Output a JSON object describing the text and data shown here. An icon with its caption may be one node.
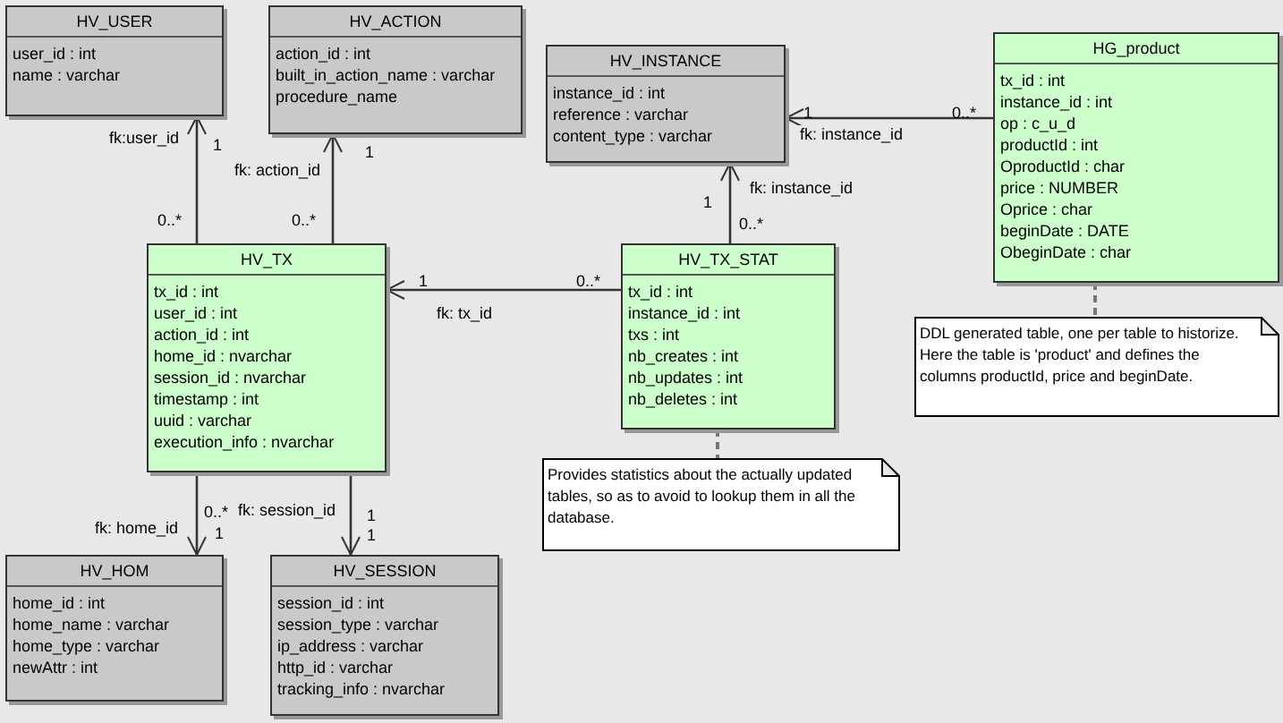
{
  "diagram": {
    "nodes": [
      {
        "text": [
          "HV_USER",
          "user_id : int",
          "name : varchar"
        ]
      },
      {
        "text": [
          "HV_ACTION",
          "action_id : int",
          "built_in_action_name : varchar",
          "procedure_name"
        ]
      },
      {
        "text": [
          "HV_INSTANCE",
          "instance_id : int",
          "reference : varchar",
          "content_type : varchar"
        ]
      },
      {
        "text": [
          "HG_product",
          "tx_id : int",
          "instance_id : int",
          "op : c_u_d",
          "productId : int",
          "OproductId : char",
          "price : NUMBER",
          "Oprice : char",
          "beginDate : DATE",
          "ObeginDate : char"
        ]
      },
      {
        "text": [
          "HV_TX",
          "tx_id : int",
          "user_id : int",
          "action_id : int",
          "home_id : nvarchar",
          "session_id : nvarchar",
          "timestamp : int",
          "uuid : varchar",
          "execution_info : nvarchar"
        ]
      },
      {
        "text": [
          "HV_TX_STAT",
          "tx_id : int",
          "instance_id : int",
          "txs : int",
          "nb_creates : int",
          "nb_updates : int",
          "nb_deletes : int"
        ]
      },
      {
        "text": [
          "HV_HOM",
          "home_id : int",
          "home_name : varchar",
          "home_type : varchar",
          "newAttr : int"
        ]
      },
      {
        "text": [
          "HV_SESSION",
          "session_id : int",
          "session_type : varchar",
          "ip_address : varchar",
          "http_id : varchar",
          "tracking_info : nvarchar"
        ]
      },
      {
        "text": [
          "Provides statistics about the actually updated tables, so as to avoid to lookup them in all the database."
        ]
      },
      {
        "text": [
          "DDL generated table, one per table to historize. Here the table is 'product' and defines the columns productId, price and beginDate."
        ]
      }
    ],
    "edges": [
      {
        "from": 4,
        "to": 0,
        "arrow": "to",
        "label": "fk:user_id"
      },
      {
        "from": 4,
        "to": 1,
        "arrow": "to",
        "label": "fk: action_id"
      },
      {
        "from": 5,
        "to": 4,
        "arrow": "to",
        "label": "fk: tx_id"
      },
      {
        "from": 5,
        "to": 2,
        "arrow": "to",
        "label": "fk: instance_id"
      },
      {
        "from": 3,
        "to": 2,
        "arrow": "to",
        "label": "fk: instance_id"
      },
      {
        "from": 4,
        "to": 6,
        "arrow": "to",
        "label": "fk: home_id"
      },
      {
        "from": 4,
        "to": 7,
        "arrow": "to",
        "label": "fk: session_id"
      },
      {
        "from": 5,
        "to": 8,
        "arrow": "none",
        "style": "dashed"
      },
      {
        "from": 3,
        "to": 9,
        "arrow": "none",
        "style": "dashed"
      }
    ],
    "labels": [
      "1",
      "0..*",
      "1",
      "0..*",
      "1",
      "0..*",
      "1",
      "0..*",
      "1",
      "0..*",
      "0..*",
      "1",
      "1",
      "1"
    ]
  }
}
